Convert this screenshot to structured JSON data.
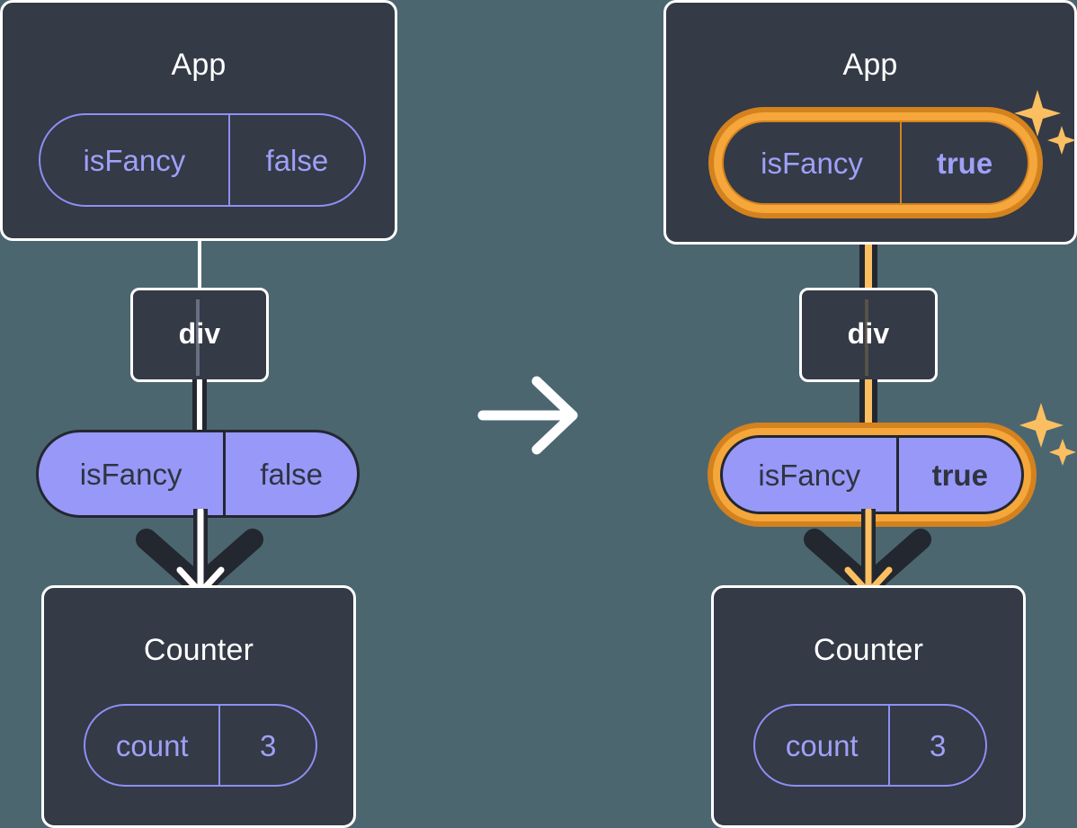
{
  "meta": {
    "background_color": "#4C6670",
    "card_color": "#343A46",
    "card_border_color": "#FFFFFF",
    "pill_purple_fill": "#9798F8",
    "pill_purple_stroke": "#8D8FF5",
    "pill_text_dark": "#2F3440",
    "pill_text_purple": "#9FA0F8",
    "highlight_outer": "#D4821D",
    "highlight_inner": "#F5A73B",
    "sparkle_color": "#FBBF62",
    "arrow_dark": "#23272F",
    "arrow_white": "#FFFFFF",
    "arrow_amber": "#FBBF62"
  },
  "left": {
    "app": {
      "title": "App",
      "state_pill": {
        "key": "isFancy",
        "value": "false",
        "highlighted": false
      }
    },
    "div": {
      "label": "div"
    },
    "prop_pill": {
      "key": "isFancy",
      "value": "false",
      "highlighted": false
    },
    "counter": {
      "title": "Counter",
      "state_pill": {
        "key": "count",
        "value": "3",
        "highlighted": false
      }
    }
  },
  "transition": {
    "icon": "right-arrow-icon"
  },
  "right": {
    "app": {
      "title": "App",
      "state_pill": {
        "key": "isFancy",
        "value": "true",
        "highlighted": true
      },
      "sparkle": "sparkles-icon"
    },
    "div": {
      "label": "div"
    },
    "prop_pill": {
      "key": "isFancy",
      "value": "true",
      "highlighted": true
    },
    "prop_sparkle": "sparkles-icon",
    "counter": {
      "title": "Counter",
      "state_pill": {
        "key": "count",
        "value": "3",
        "highlighted": false
      }
    }
  }
}
